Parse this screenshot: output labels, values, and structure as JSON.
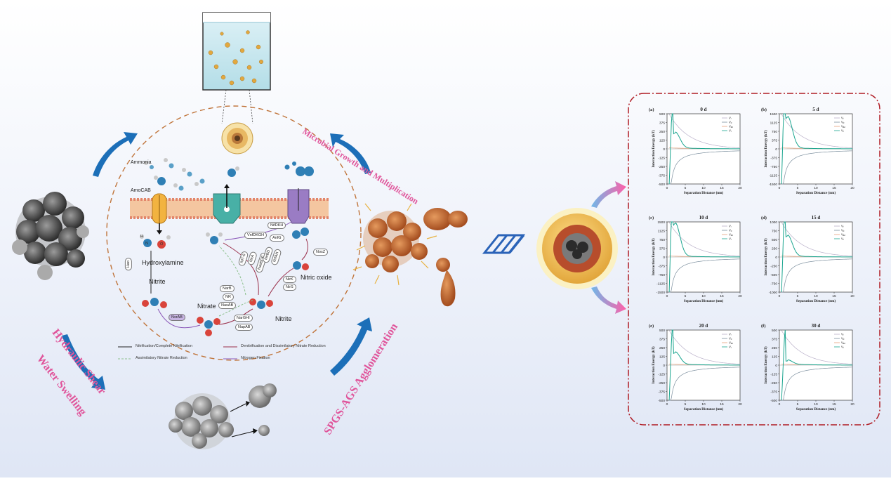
{
  "cycle": {
    "ammonia": "Ammonia",
    "amocab": "AmoCAB",
    "hydroxylamine": "Hydroxylamine",
    "hao": "Hao",
    "nitrite_left": "Nitrite",
    "nxrab": "NxrAB",
    "nitrate": "Nitrate",
    "nitrite_right": "Nitrite",
    "nitric_oxide": "Nitric oxide",
    "vnfdkgh": "VnfDKGH",
    "nifdkh": "NifDKH",
    "anfg": "AnfG",
    "nosz": "NosZ",
    "nirk": "NirK",
    "nirs": "NirS",
    "narb": "NarB",
    "nr": "NR",
    "nasab": "NasAB",
    "nargh": "NarGHI",
    "napab": "NapAB",
    "nit6": "NIT-6",
    "nira": "NirA",
    "nasbde": "NasBDE",
    "nirbd": "NirBD",
    "nrfah": "NrfAH",
    "atom_h": "H",
    "atom_n": "N",
    "atom_o": "O"
  },
  "legend": [
    {
      "text": "Nitrification/Complete Nitrification",
      "color": "#222222"
    },
    {
      "text": "Denitrification and Dissimilatory Nitrate Reduction",
      "color": "#9a2f4a"
    },
    {
      "text": "Assimilatory Nitrate Reduction",
      "color": "#8cc08c"
    },
    {
      "text": "Nitrogen Fixation",
      "color": "#8a57b8"
    }
  ],
  "process_labels": {
    "growth": "Microbial Growth and Multiplication",
    "shear": "Hydraulic Shear",
    "swelling": "Water Swelling",
    "agglomeration": "SPGS-AGS Agglomeration"
  },
  "colors": {
    "pink": "#e0559b",
    "blue_arrow": "#1c6fb8",
    "frame_red": "#b01c24",
    "dashed_orange": "#c0743a"
  },
  "panels": [
    {
      "letter": "(a)",
      "title": "0 d",
      "yticks": [
        "500",
        "375",
        "250",
        "125",
        "0",
        "-125",
        "-250",
        "-375",
        "-500"
      ],
      "legend": [
        "Vₗ",
        "Vₒ",
        "Vₐ₂",
        "Vₜ"
      ]
    },
    {
      "letter": "(b)",
      "title": "5 d",
      "yticks": [
        "1500",
        "1125",
        "750",
        "375",
        "0",
        "-375",
        "-750",
        "-1125",
        "-1500"
      ],
      "legend": [
        "Vₗ",
        "Vₒ",
        "Vₐ₂",
        "Vₜ"
      ]
    },
    {
      "letter": "(c)",
      "title": "10 d",
      "yticks": [
        "1500",
        "1125",
        "750",
        "375",
        "0",
        "-375",
        "-750",
        "-1125",
        "-1500"
      ],
      "legend": [
        "Vₗ",
        "Vₒ",
        "Vₐ₂",
        "Vₜ"
      ]
    },
    {
      "letter": "(d)",
      "title": "15 d",
      "yticks": [
        "1000",
        "750",
        "500",
        "250",
        "0",
        "-250",
        "-500",
        "-750",
        "-1000"
      ],
      "legend": [
        "Vₗ",
        "Vₒ",
        "Vₐ₂",
        "Vₜ"
      ]
    },
    {
      "letter": "(e)",
      "title": "20 d",
      "yticks": [
        "500",
        "375",
        "250",
        "125",
        "0",
        "-125",
        "-250",
        "-375",
        "-500"
      ],
      "legend": [
        "Vₗ",
        "Vₒ",
        "Vₐ₂",
        "Vₜ"
      ]
    },
    {
      "letter": "(f)",
      "title": "30 d",
      "yticks": [
        "500",
        "375",
        "250",
        "125",
        "0",
        "-125",
        "-250",
        "-375",
        "-500"
      ],
      "legend": [
        "Vₗ",
        "Vₒ",
        "Vₐ₂",
        "Vₜ"
      ]
    }
  ],
  "axes": {
    "xlabel": "Separation Distance (nm)",
    "ylabel": "Interaction Energy (kT)",
    "xticks": [
      "0",
      "5",
      "10",
      "15",
      "20"
    ]
  },
  "curve_colors": {
    "vlw": "#b9b0c9",
    "vdl": "#7c8f9e",
    "vab": "#e7a17a",
    "vt": "#1aa58f"
  }
}
